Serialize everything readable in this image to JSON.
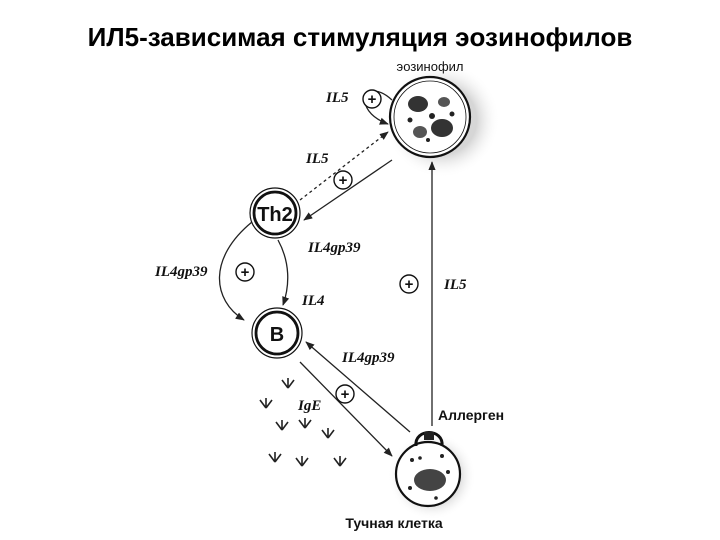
{
  "title": "ИЛ5-зависимая стимуляция эозинофилов",
  "diagram": {
    "cells": {
      "eosinophil": "эозинофил",
      "th2": "Th2",
      "b_cell": "B",
      "mast_cell": "Тучная клетка"
    },
    "labels": {
      "il5_autocrine": "IL5",
      "il5_th2": "IL5",
      "il4gp39_th2": "IL4gp39",
      "il4gp39_left": "IL4gp39",
      "il4": "IL4",
      "il4gp39_mast": "IL4gp39",
      "il5_mast": "IL5",
      "ige": "IgE",
      "allergen": "Аллерген"
    },
    "plus_sign": "+"
  }
}
